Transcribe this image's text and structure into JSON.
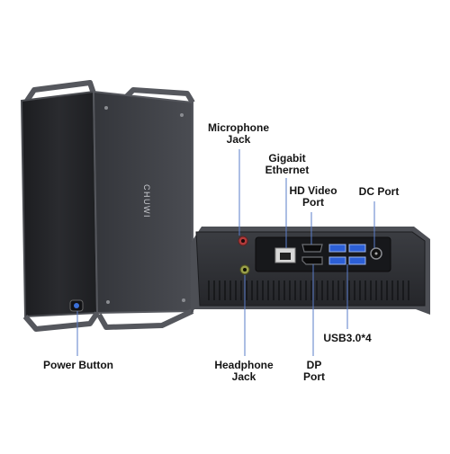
{
  "product": {
    "brand": "CHUWI",
    "body_color": "#2b2d31",
    "accent_color": "#3a6fd8"
  },
  "labels": {
    "microphone_jack": [
      "Microphone",
      "Jack"
    ],
    "gigabit_ethernet": [
      "Gigabit",
      "Ethernet"
    ],
    "hd_video_port": [
      "HD Video",
      "Port"
    ],
    "dc_port": [
      "DC Port"
    ],
    "power_button": [
      "Power Button"
    ],
    "headphone_jack": [
      "Headphone",
      "Jack"
    ],
    "dp_port": [
      "DP",
      "Port"
    ],
    "usb": [
      "USB3.0*4"
    ]
  },
  "icons": [
    "power-button-icon",
    "microphone-jack-icon",
    "headphone-jack-icon",
    "ethernet-port-icon",
    "hdmi-port-icon",
    "displayport-icon",
    "usb-port-icon",
    "dc-port-icon"
  ]
}
